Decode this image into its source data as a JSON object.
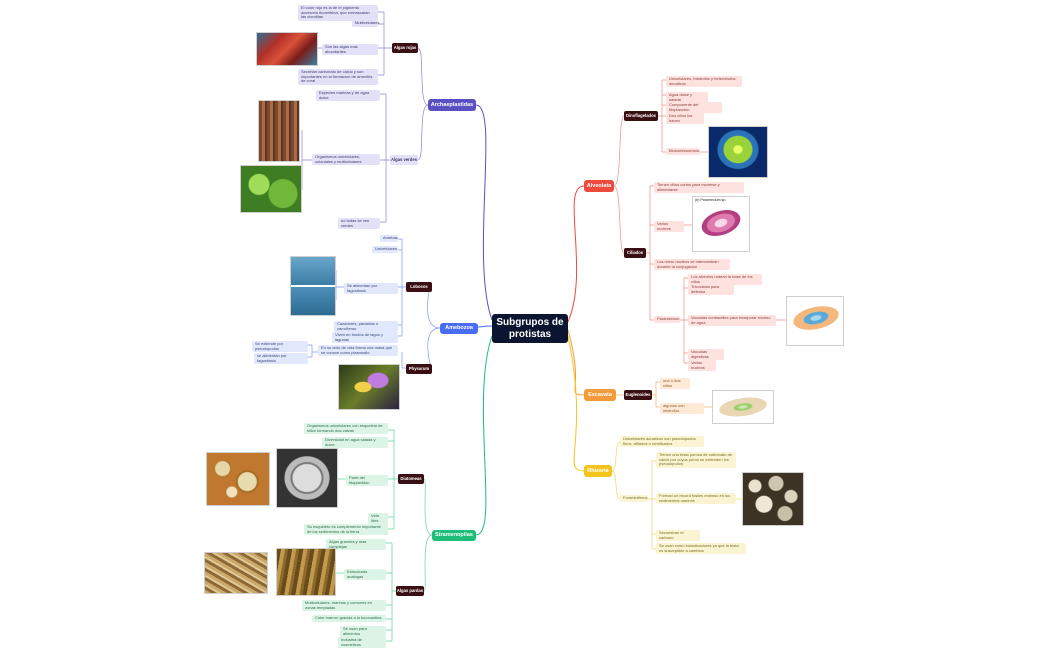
{
  "root": {
    "label": "Subgrupos de protistas"
  },
  "branches": {
    "archaeplastida": {
      "label": "Archaeplastidas",
      "color": "#5b4fc4",
      "rojas": {
        "label": "Algas rojas",
        "items": [
          "El color rojo es la de el pigmento accesorio ficoeritrina, que enmascaran las clorofilas",
          "Multicelulares",
          "Son las algas mas abundantes",
          "Secretan carbonato de calcio y son importantes en la formacion de arrecifes de coral"
        ]
      },
      "verdes": {
        "label": "Algas verdes",
        "items": [
          "Especies marinas y de agua dulce",
          "Organismos unicelulares, coloniales y multicelulares",
          "no todas se ven verdes"
        ]
      }
    },
    "amoebozoa": {
      "label": "Amebozoa",
      "color": "#4a6cf0",
      "lobosos": {
        "label": "Lobosos",
        "items": [
          "Amebas",
          "Unicelulares",
          "Se alimentan por fagositosis",
          "Cazadores, parasitos o carroñeros",
          "Viven en fondos de lagos y lagunas"
        ]
      },
      "physarum": {
        "label": "Physarum",
        "main": "En su ciclo de vida forma una masa que se conoce como plasmodio",
        "items": [
          "Se extiende por pseudopodos",
          "se alimentan por fagositosis"
        ]
      }
    },
    "stramenopila": {
      "label": "Stramenopilas",
      "color": "#1ebd7a",
      "diatomeas": {
        "label": "Diatomeas",
        "items": [
          "Organismos unicelulares con esqueleto de silice formando dos valvas",
          "Diversidad en agua salada y dulce",
          "Parte del fitoplankton",
          "Vida libre",
          "Su esqueleto es complemento importante de los sedimentos de la tierra"
        ]
      },
      "pardas": {
        "label": "Algas pardas",
        "items": [
          "Algas grandes y mas complejas",
          "Estructuras analogas",
          "Multicelulares, marinas y comunes en zonas templadas",
          "Color marron gracias a la fucoxantina",
          "Se usan para alimentos",
          "Industria de cosmeticos"
        ]
      }
    },
    "alveolata": {
      "label": "Alveolata",
      "color": "#ee4a3d",
      "dino": {
        "label": "Dinoflagelados",
        "items": [
          "Unicelulares, fototrofos y heterotrofos acuaticos",
          "Agua dulce y salada",
          "Componente del fitoplancton",
          "Dos cilios los hacen",
          "Bioluminiscencia"
        ]
      },
      "ciliados": {
        "label": "Ciliados",
        "items": [
          "Tienen cilios cortos para moverse y alimentarse",
          "Varios nucleos",
          "Los micro nucleos se intercambian durante la conjugacion"
        ],
        "paramecium": {
          "label": "Paramecium",
          "items": [
            "Los alveolos rodean la base de los cilios",
            "Tricocistos para defensa",
            "Vacuolas contractiles para incorporar exceso de agua",
            "Vacuolas digestivas",
            "Varios nucleos"
          ]
        }
      },
      "img_caption": "(b) Paramecium sp."
    },
    "excavata": {
      "label": "Excavata",
      "color": "#f39b3a",
      "euglenoides": {
        "label": "Euglenoides",
        "items": [
          "uno o dos cilios",
          "algunos son mixtrofos"
        ]
      }
    },
    "rhizaria": {
      "label": "Rhizaria",
      "color": "#f3c41e",
      "main": "Unicelulares acuaticos con pseudopodos finos, afilados o ramificados",
      "foraminiferos": {
        "label": "Foraminiferos",
        "items": [
          "Tienen una testa porosa de carbonato de calcio por cuyos poros se extienden los pseudopodos",
          "Forman un record fosiles extenso en los sedimentos marinos",
          "Secuestran el carbono",
          "Se usan como bioindicadores ya que la testa es susceptible a cambios"
        ]
      }
    }
  },
  "icons": [
    "red-algae-photo",
    "bark-algae-photo",
    "green-algae-photo",
    "amoeba-micrograph",
    "slime-mold-photo",
    "diatom-micrograph",
    "kelp-photo",
    "dinoflagellate-micrograph",
    "paramecium-micrograph",
    "paramecium-diagram",
    "euglena-diagram",
    "foraminifera-photo"
  ]
}
